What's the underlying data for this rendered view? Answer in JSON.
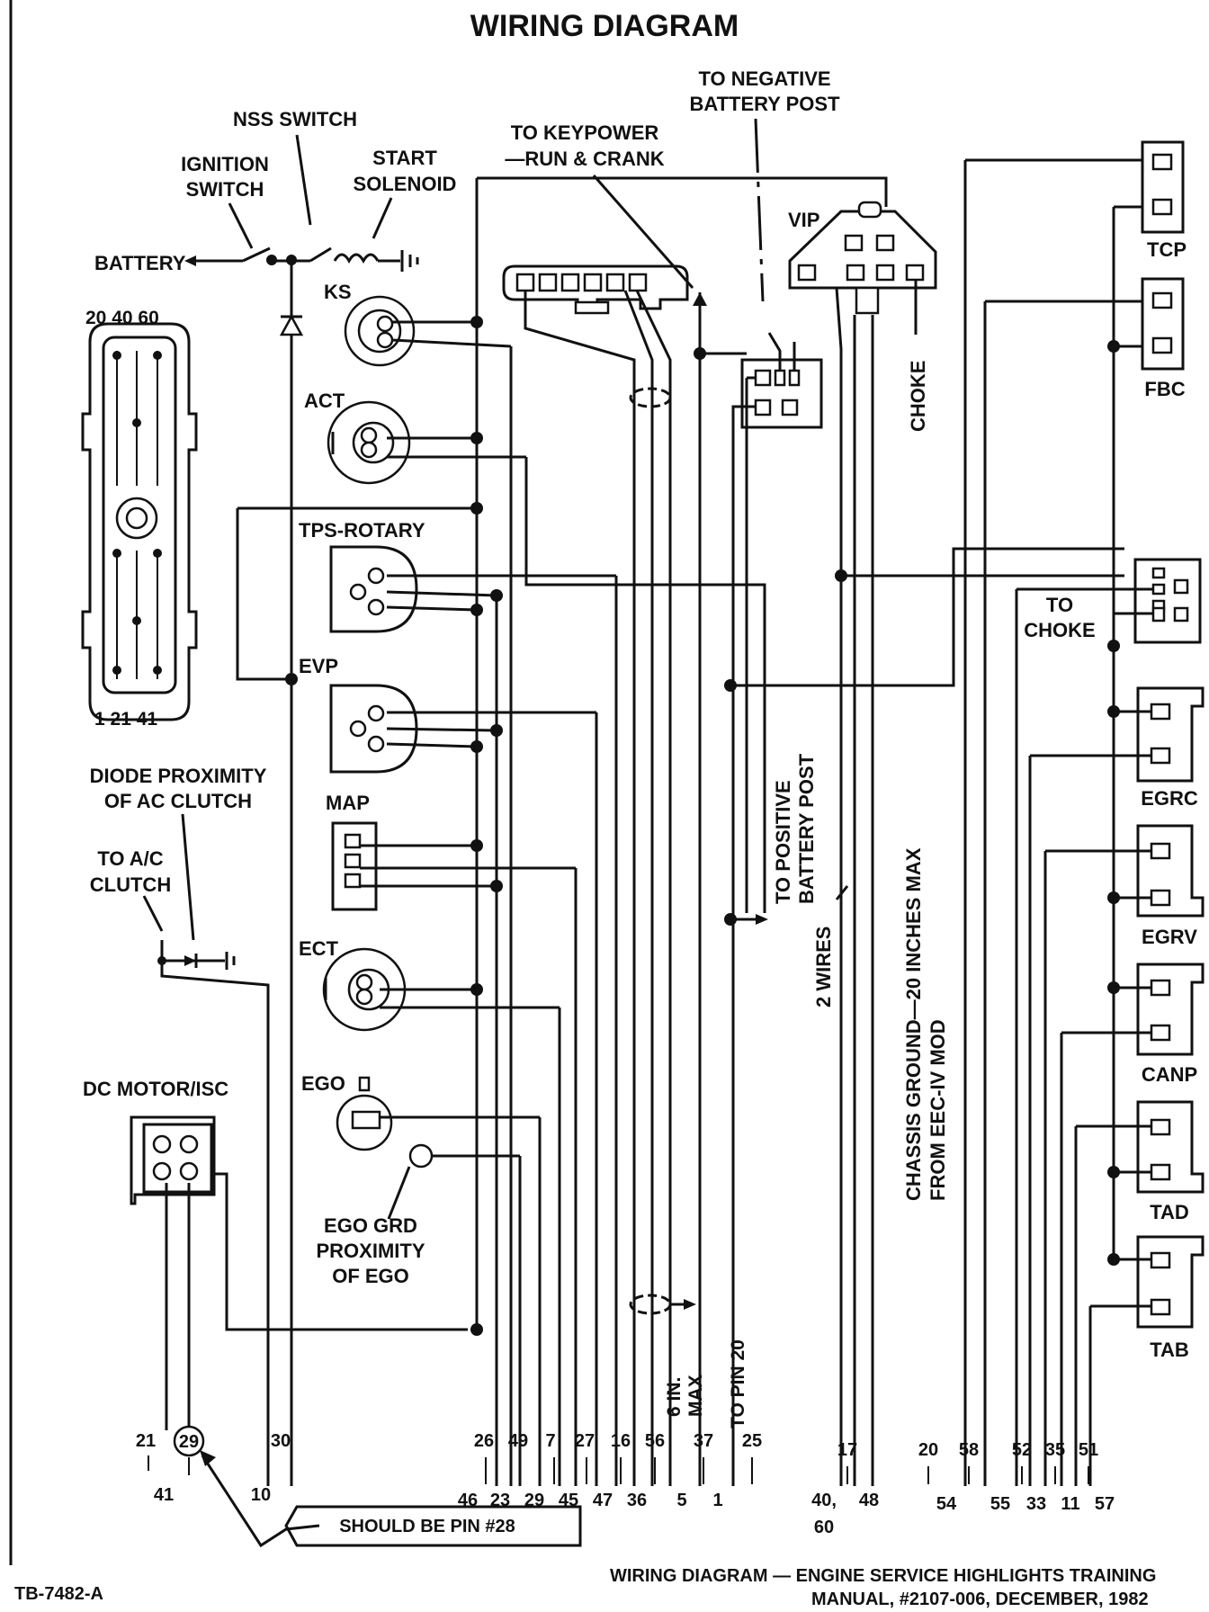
{
  "title": "WIRING DIAGRAM",
  "labels": {
    "to_negative_1": "TO NEGATIVE",
    "to_negative_2": "BATTERY POST",
    "nss_switch": "NSS SWITCH",
    "to_keypower_1": "TO KEYPOWER",
    "to_keypower_2": "—RUN & CRANK",
    "ignition_1": "IGNITION",
    "ignition_2": "SWITCH",
    "start_1": "START",
    "start_2": "SOLENOID",
    "battery": "BATTERY",
    "vip": "VIP",
    "tcp": "TCP",
    "fbc": "FBC",
    "ks": "KS",
    "act": "ACT",
    "tps": "TPS-ROTARY",
    "evp": "EVP",
    "map": "MAP",
    "ect": "ECT",
    "ego": "EGO",
    "ego_grd_1": "EGO GRD",
    "ego_grd_2": "PROXIMITY",
    "ego_grd_3": "OF EGO",
    "dc_motor": "DC MOTOR/ISC",
    "diode_1": "DIODE PROXIMITY",
    "diode_2": "OF AC CLUTCH",
    "to_ac_1": "TO A/C",
    "to_ac_2": "CLUTCH",
    "choke_v": "CHOKE",
    "to_choke_1": "TO",
    "to_choke_2": "CHOKE",
    "egrc": "EGRC",
    "egrv": "EGRV",
    "canp": "CANP",
    "tad": "TAD",
    "tab": "TAB",
    "to_positive_1": "TO POSITIVE",
    "to_positive_2": "BATTERY POST",
    "two_wires": "2 WIRES",
    "chassis_1": "CHASSIS GROUND—20 INCHES MAX",
    "chassis_2": "FROM EEC-IV MOD",
    "six_in_1": "6 IN.",
    "six_in_2": "MAX",
    "to_pin_20": "TO PIN 20",
    "conn_top": "20 40 60",
    "conn_bottom": "1 21 41",
    "should_be": "SHOULD BE PIN #28",
    "figure_id": "TB-7482-A",
    "caption_1": "WIRING DIAGRAM  —  ENGINE SERVICE HIGHLIGHTS TRAINING",
    "caption_2": "MANUAL, #2107-006, DECEMBER, 1982"
  },
  "pins_top": [
    "21",
    "29",
    "30",
    "26",
    "49",
    "7",
    "27",
    "16",
    "56",
    "37",
    "25",
    "17",
    "20",
    "58",
    "52",
    "35",
    "51"
  ],
  "pins_bottom": [
    "41",
    "10",
    "46",
    "23",
    "29",
    "45",
    "47",
    "36",
    "5",
    "1",
    "40,",
    "60",
    "48",
    "54",
    "55",
    "33",
    "11",
    "57"
  ]
}
